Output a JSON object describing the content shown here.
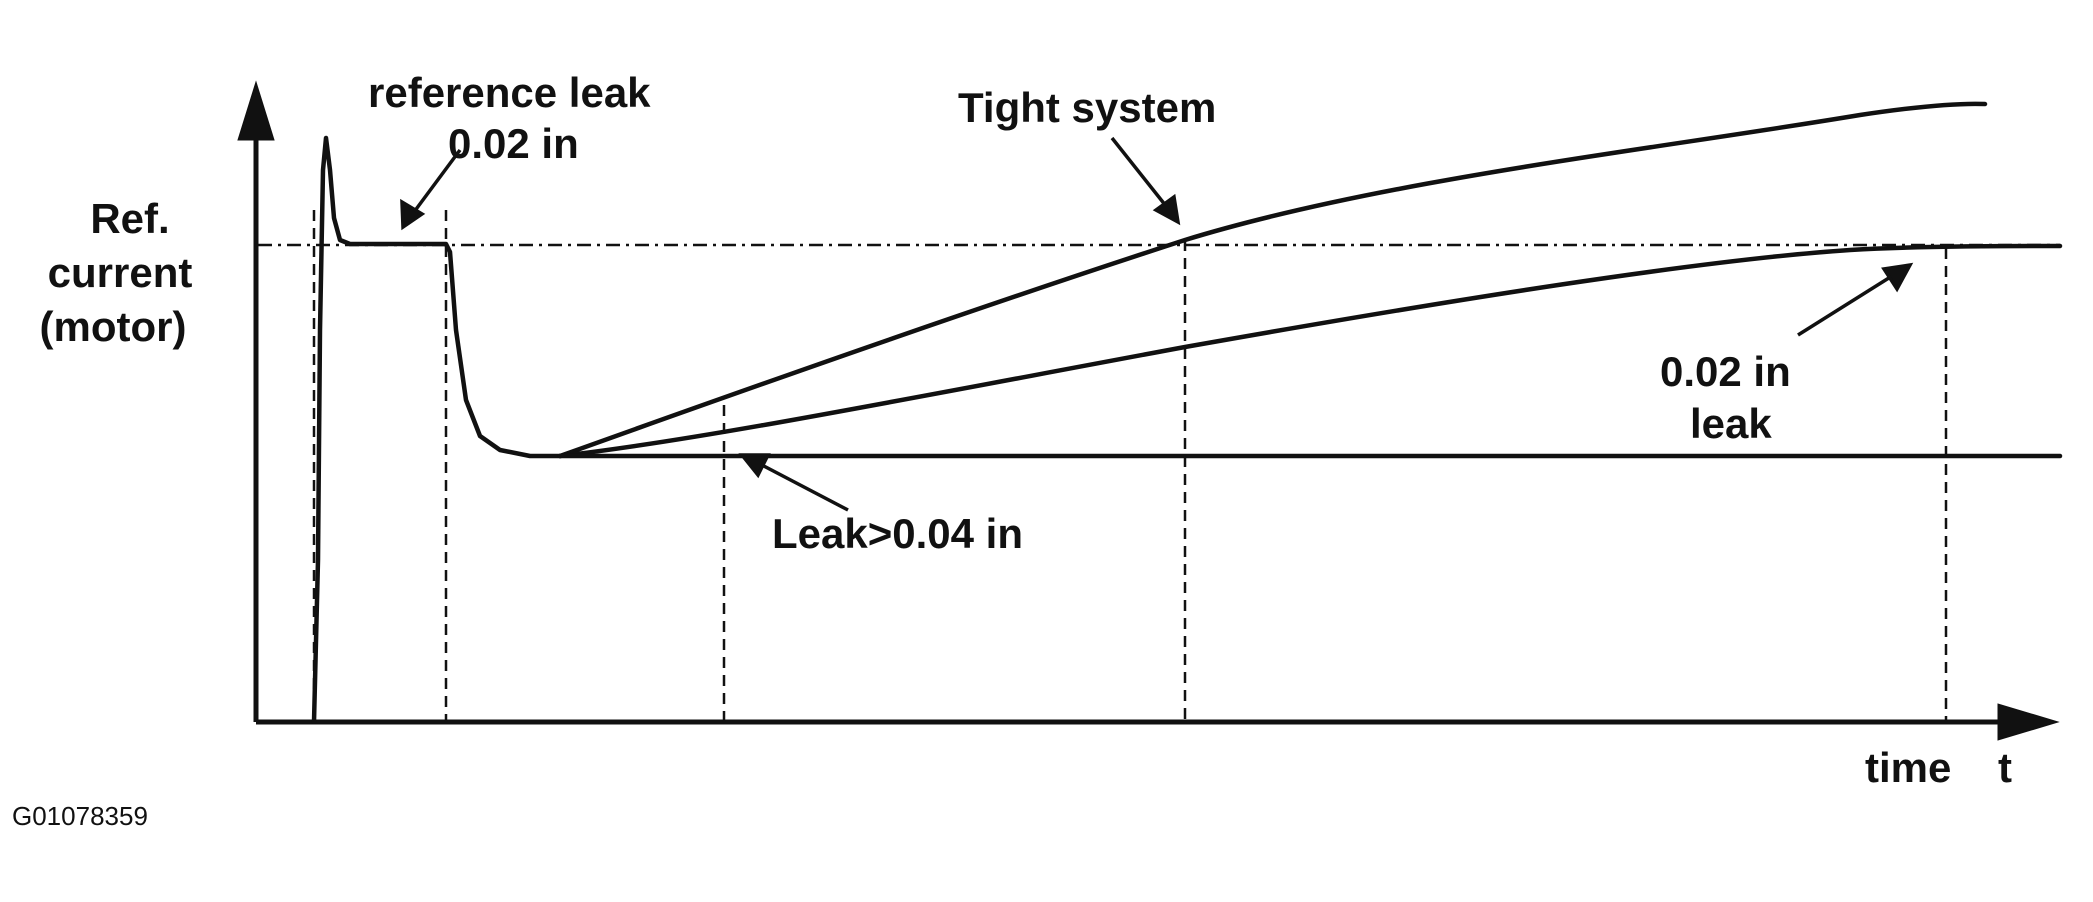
{
  "figure_id": "G01078359",
  "chart_data": {
    "type": "line",
    "ylabel_lines": [
      "Ref.",
      "current",
      "(motor)"
    ],
    "xlabel": "time",
    "xlabel_symbol": "t",
    "annotations": {
      "reference_leak_line1": "reference leak",
      "reference_leak_line2": "0.02 in",
      "tight_system": "Tight system",
      "leak_small_line1": "0.02 in",
      "leak_small_line2": "leak",
      "leak_large": "Leak>0.04 in"
    },
    "series": [
      {
        "key": "tight_system",
        "annotation": "Tight system"
      },
      {
        "key": "leak_0_02",
        "annotation": "0.02 in leak"
      },
      {
        "key": "leak_gt_0_04",
        "annotation": "Leak>0.04 in"
      }
    ],
    "reference_level_line": "dash-dot",
    "grid": false,
    "colors": {
      "line": "#111111",
      "background": "#ffffff"
    }
  }
}
